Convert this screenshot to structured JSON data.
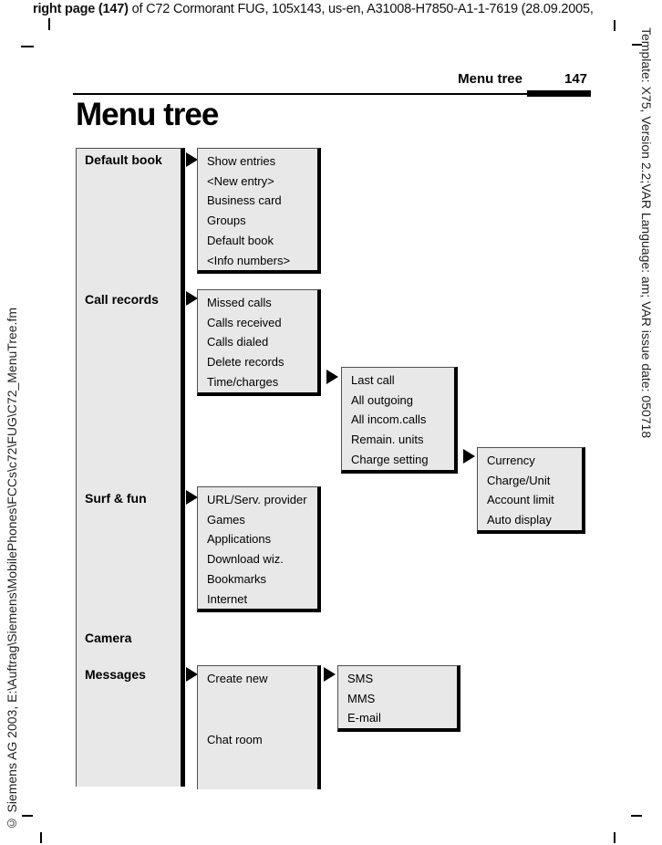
{
  "print_meta": {
    "top_line_bold": "right page (147)",
    "top_line_rest": " of C72 Cormorant FUG, 105x143, us-en, A31008-H7850-A1-1-7619 (28.09.2005,",
    "right_margin_text": "Template: X75, Version 2.2;VAR Language: am; VAR issue date: 050718",
    "left_margin_text": "© Siemens AG 2003, E:\\Auftrag\\Siemens\\MobilePhones\\FCCs\\c72\\FUG\\C72_MenuTree.fm"
  },
  "header": {
    "section_title": "Menu tree",
    "page_number": "147"
  },
  "page_title": "Menu tree",
  "colors": {
    "box_fill": "#e8e8e8",
    "box_thin_border": "#4f4f4f",
    "box_shadow": "#000000",
    "text": "#000000"
  },
  "menu": {
    "level1": [
      "Default book",
      "Call records",
      "Surf & fun",
      "Camera",
      "Messages"
    ],
    "boxes": {
      "default_book": [
        "Show entries",
        "<New entry>",
        "Business card",
        "Groups",
        "Default book",
        "<Info numbers>"
      ],
      "call_records": [
        "Missed calls",
        "Calls received",
        "Calls dialed",
        "Delete records",
        "Time/charges"
      ],
      "time_charges": [
        "Last call",
        "All outgoing",
        "All incom.calls",
        "Remain. units",
        "Charge setting"
      ],
      "charge_setting": [
        "Currency",
        "Charge/Unit",
        "Account limit",
        "Auto display"
      ],
      "surf_fun": [
        "URL/Serv. provider",
        "Games",
        "Applications",
        "Download wiz.",
        "Bookmarks",
        "Internet"
      ],
      "messages": [
        "Create new",
        "Chat room"
      ],
      "create_new": [
        "SMS",
        "MMS",
        "E-mail"
      ]
    }
  }
}
